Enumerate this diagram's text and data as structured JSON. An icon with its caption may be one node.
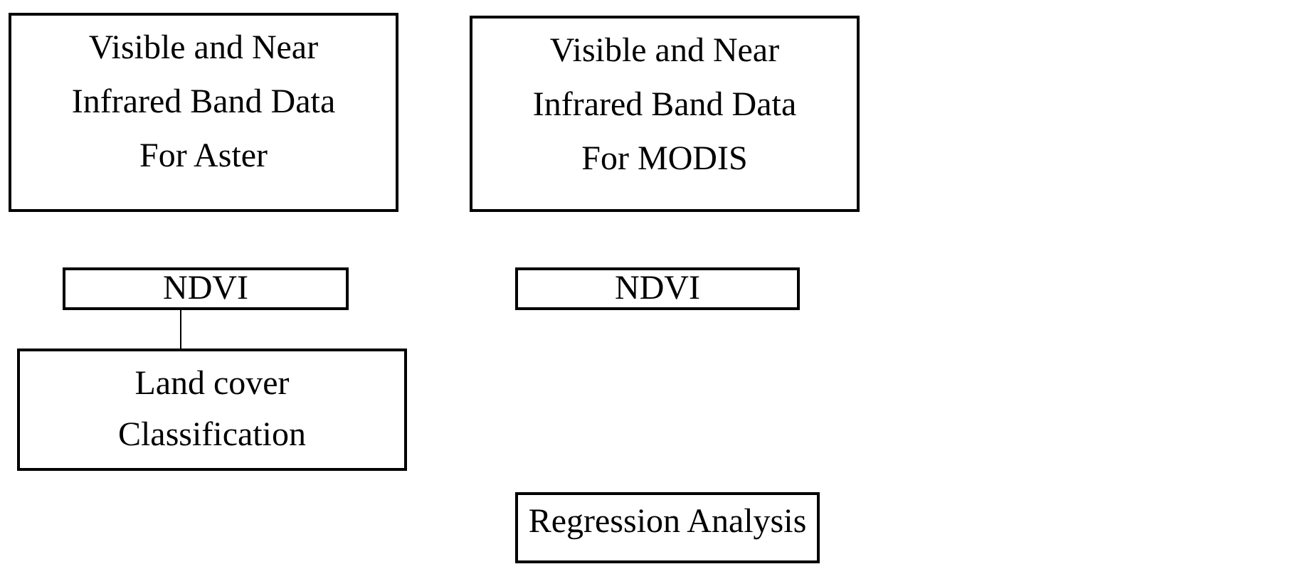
{
  "diagram": {
    "nodes": [
      {
        "text": [
          "Visible and Near Infrared Band Data For Aster"
        ]
      },
      {
        "text": [
          "Visible and Near Infrared Band Data For MODIS"
        ]
      },
      {
        "text": [
          "NDVI"
        ]
      },
      {
        "text": [
          "NDVI"
        ]
      },
      {
        "text": [
          "Land cover Classification"
        ]
      },
      {
        "text": [
          "Regression Analysis"
        ]
      }
    ],
    "edges": [
      {
        "from": 2,
        "to": 4,
        "arrow": "none"
      }
    ]
  }
}
